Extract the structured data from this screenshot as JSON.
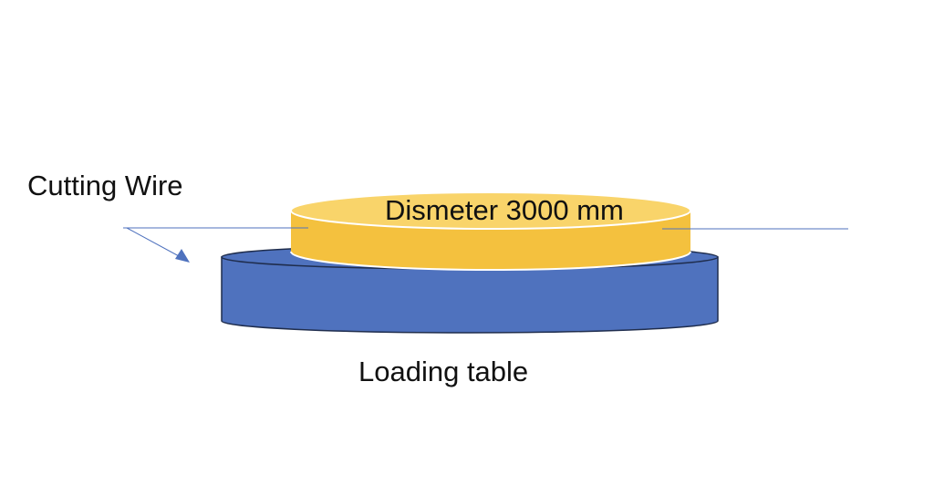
{
  "labels": {
    "cutting_wire": "Cutting Wire",
    "workpiece": "Dismeter 3000 mm",
    "loading_table": "Loading table"
  },
  "colors": {
    "table_side": "#4f72be",
    "table_top": "#4f72be",
    "table_outline": "#1f2d4d",
    "workpiece_side": "#f4c13e",
    "workpiece_top": "#f9d46a",
    "workpiece_rim": "#ffffff",
    "wire": "#4f72be",
    "background": "#ffffff"
  }
}
